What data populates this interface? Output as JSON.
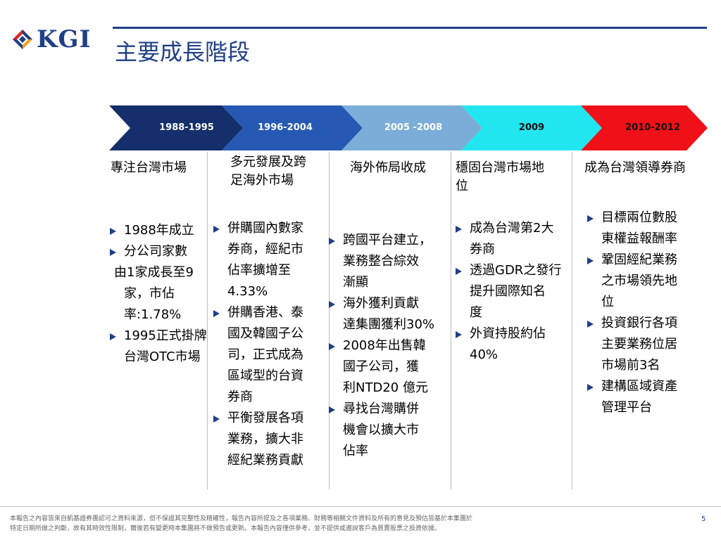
{
  "logo": {
    "text": "KGI"
  },
  "title": "主要成長階段",
  "colors": {
    "brand_navy": "#1f3f86",
    "arrow_1": "#142f6b",
    "arrow_2": "#2559b3",
    "arrow_3": "#7aadd8",
    "arrow_4": "#22e6ef",
    "arrow_5": "#f01018"
  },
  "periods": [
    {
      "label": "1988-1995"
    },
    {
      "label": "1996-2004"
    },
    {
      "label": "2005 -2008"
    },
    {
      "label": "2009"
    },
    {
      "label": "2010-2012"
    }
  ],
  "columns": [
    {
      "heading": [
        "專注台灣市場"
      ],
      "bullets": [
        [
          "1988年成立"
        ],
        [
          "分公司家數",
          "由1家成長至9",
          "家，市佔",
          "率:1.78%"
        ],
        [
          "1995正式掛牌",
          "台灣OTC市場"
        ]
      ]
    },
    {
      "heading": [
        "多元發展及跨",
        "足海外市場"
      ],
      "bullets": [
        [
          "併購國內數家",
          "券商，經紀市",
          "佔率擴增至",
          "4.33%"
        ],
        [
          "併購香港、泰",
          "國及韓國子公",
          "司，正式成為",
          "區域型的台資",
          "券商"
        ],
        [
          "平衡發展各項",
          "業務，擴大非",
          "經紀業務貢獻"
        ]
      ]
    },
    {
      "heading": [
        "海外佈局收成"
      ],
      "bullets": [
        [
          "跨國平台建立，",
          "業務整合綜效",
          "漸顯"
        ],
        [
          "海外獲利貢獻",
          "達集團獲利30%"
        ],
        [
          "2008年出售韓",
          "國子公司，獲",
          "利NTD20 億元"
        ],
        [
          "尋找台灣購併",
          "機會以擴大市",
          "佔率"
        ]
      ]
    },
    {
      "heading": [
        "穩固台灣市場地",
        "位"
      ],
      "bullets": [
        [
          "成為台灣第2大",
          "券商"
        ],
        [
          "透過GDR之發行",
          "提升國際知名",
          "度"
        ],
        [
          "外資持股約佔",
          "40%"
        ]
      ]
    },
    {
      "heading": [
        "成為台灣領導券商"
      ],
      "bullets": [
        [
          "目標兩位數股",
          "東權益報酬率"
        ],
        [
          "鞏固經紀業務",
          "之市場領先地",
          "位"
        ],
        [
          "投資銀行各項",
          "主要業務位居",
          "市場前3名"
        ],
        [
          "建構區域資產",
          "管理平台"
        ]
      ]
    }
  ],
  "footer": {
    "disclaimer": [
      "本報告之內容皆來自凱基證券團認可之資料來源，但不保證其完整性及精確性，報告內容所提及之各項業務、財務等相關文件資料及所有的意見及預估皆基於本集團於",
      "特定日期所做之判斷，故有其時效性限制，爾後若有變更時本集團將不做預告或更新。本報告內容僅供參考，並不提供或邀說客戶為買賣股票之投資依據。"
    ],
    "page_number": "5"
  }
}
